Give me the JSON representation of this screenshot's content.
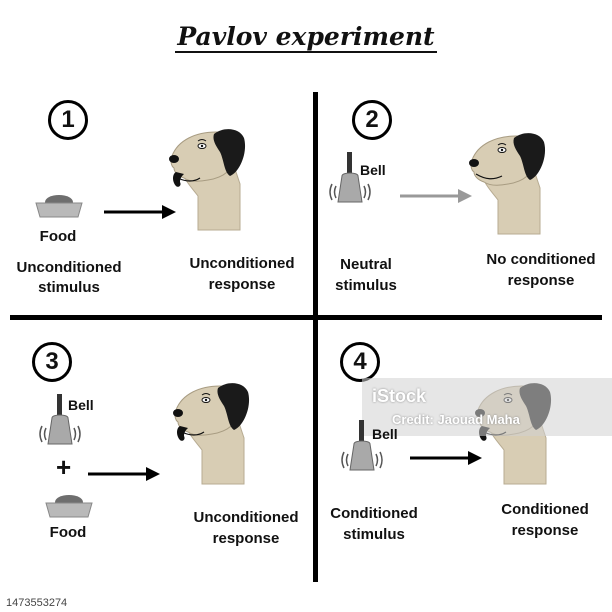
{
  "title": "Pavlov experiment",
  "panels": [
    {
      "number": "1",
      "stimulus_item": "Food",
      "left_label_1": "Unconditioned",
      "left_label_2": "stimulus",
      "right_label_1": "Unconditioned",
      "right_label_2": "response"
    },
    {
      "number": "2",
      "stimulus_item": "Bell",
      "left_label_1": "Neutral",
      "left_label_2": "stimulus",
      "right_label_1": "No conditioned",
      "right_label_2": "response"
    },
    {
      "number": "3",
      "stimulus_item_1": "Bell",
      "plus": "+",
      "stimulus_item_2": "Food",
      "right_label_1": "Unconditioned",
      "right_label_2": "response"
    },
    {
      "number": "4",
      "stimulus_item": "Bell",
      "left_label_1": "Conditioned",
      "left_label_2": "stimulus",
      "right_label_1": "Conditioned",
      "right_label_2": "response"
    }
  ],
  "watermark": {
    "text": "iStock",
    "credit": "Credit: Jaouad Maha"
  },
  "footer": {
    "image_id": "1473553274"
  },
  "colors": {
    "dog_fur": "#d8cdb4",
    "dog_ear": "#1a1a1a",
    "bowl": "#b9b9b9",
    "food": "#6e6e6e",
    "bell": "#a9a9a9",
    "grey_arrow": "#999999"
  }
}
